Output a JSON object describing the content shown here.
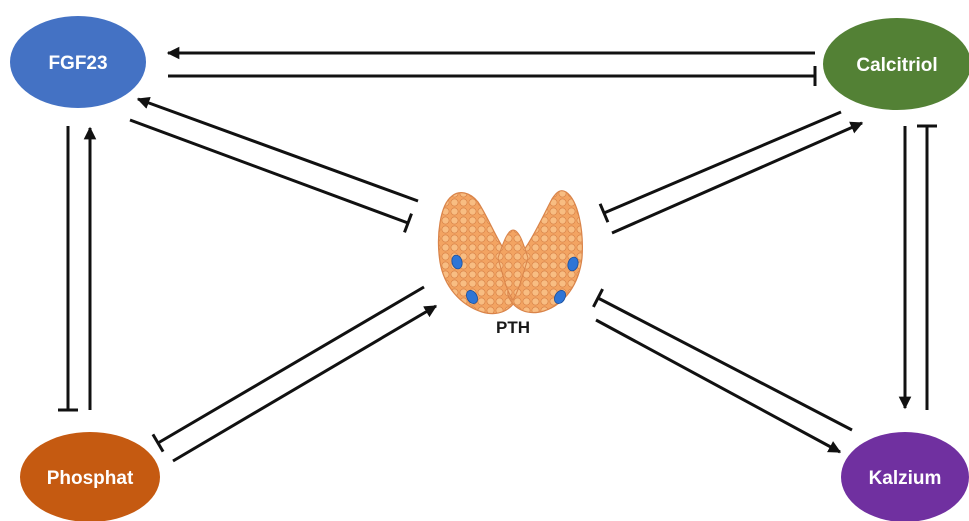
{
  "nodes": {
    "fgf23": {
      "label": "FGF23",
      "color": "#4472c4"
    },
    "calcitriol": {
      "label": "Calcitriol",
      "color": "#538135"
    },
    "phosphat": {
      "label": "Phosphat",
      "color": "#c55a11"
    },
    "kalzium": {
      "label": "Kalzium",
      "color": "#7030a0"
    },
    "pth": {
      "label": "PTH",
      "color": "#f4a460",
      "nodule_color": "#2e75d6"
    }
  },
  "edges": [
    {
      "from": "calcitriol",
      "to": "fgf23",
      "type": "activates"
    },
    {
      "from": "fgf23",
      "to": "calcitriol",
      "type": "inhibits"
    },
    {
      "from": "pth",
      "to": "fgf23",
      "type": "activates"
    },
    {
      "from": "fgf23",
      "to": "pth",
      "type": "inhibits"
    },
    {
      "from": "pth",
      "to": "calcitriol",
      "type": "activates"
    },
    {
      "from": "calcitriol",
      "to": "pth",
      "type": "inhibits"
    },
    {
      "from": "phosphat",
      "to": "fgf23",
      "type": "activates"
    },
    {
      "from": "fgf23",
      "to": "phosphat",
      "type": "inhibits"
    },
    {
      "from": "calcitriol",
      "to": "kalzium",
      "type": "activates"
    },
    {
      "from": "kalzium",
      "to": "calcitriol",
      "type": "inhibits"
    },
    {
      "from": "phosphat",
      "to": "pth",
      "type": "activates"
    },
    {
      "from": "pth",
      "to": "phosphat",
      "type": "inhibits"
    },
    {
      "from": "pth",
      "to": "kalzium",
      "type": "activates"
    },
    {
      "from": "kalzium",
      "to": "pth",
      "type": "inhibits"
    }
  ]
}
